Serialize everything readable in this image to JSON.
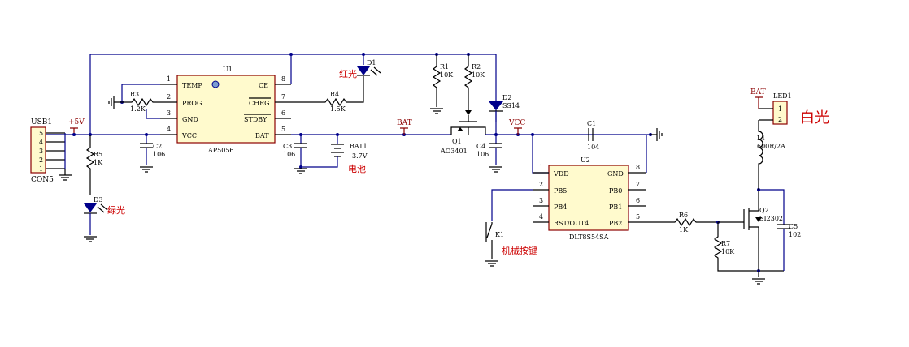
{
  "connector": {
    "ref": "USB1",
    "name": "CON5",
    "pins": [
      "5",
      "4",
      "3",
      "2",
      "1"
    ]
  },
  "nets": {
    "v5": "+5V",
    "bat1": "BAT",
    "vcc": "VCC",
    "bat2": "BAT"
  },
  "u1": {
    "ref": "U1",
    "part": "AP5056",
    "left_pins": [
      {
        "num": "1",
        "name": "TEMP"
      },
      {
        "num": "2",
        "name": "PROG"
      },
      {
        "num": "3",
        "name": "GND"
      },
      {
        "num": "4",
        "name": "VCC"
      }
    ],
    "right_pins": [
      {
        "num": "8",
        "name": "CE"
      },
      {
        "num": "7",
        "name": "CHRG"
      },
      {
        "num": "6",
        "name": "STDBY"
      },
      {
        "num": "5",
        "name": "BAT"
      }
    ]
  },
  "u2": {
    "ref": "U2",
    "part": "DLT8S54SA",
    "left_pins": [
      {
        "num": "1",
        "name": "VDD"
      },
      {
        "num": "2",
        "name": "PB5"
      },
      {
        "num": "3",
        "name": "PB4"
      },
      {
        "num": "4",
        "name": "RST/OUT4"
      }
    ],
    "right_pins": [
      {
        "num": "8",
        "name": "GND"
      },
      {
        "num": "7",
        "name": "PB0"
      },
      {
        "num": "6",
        "name": "PB1"
      },
      {
        "num": "5",
        "name": "PB2"
      }
    ]
  },
  "r1": {
    "ref": "R1",
    "value": "10K"
  },
  "r2": {
    "ref": "R2",
    "value": "10K"
  },
  "r3": {
    "ref": "R3",
    "value": "1.2K"
  },
  "r4": {
    "ref": "R4",
    "value": "1.5K"
  },
  "r5": {
    "ref": "R5",
    "value": "1K"
  },
  "r6": {
    "ref": "R6",
    "value": "1K"
  },
  "r7": {
    "ref": "R7",
    "value": "10K"
  },
  "c1": {
    "ref": "C1",
    "value": "104"
  },
  "c2": {
    "ref": "C2",
    "value": "106"
  },
  "c3": {
    "ref": "C3",
    "value": "106"
  },
  "c4": {
    "ref": "C4",
    "value": "106"
  },
  "c5": {
    "ref": "C5",
    "value": "102"
  },
  "d1": {
    "ref": "D1",
    "label": "红光"
  },
  "d2": {
    "ref": "D2",
    "value": "SS14"
  },
  "d3": {
    "ref": "D3",
    "label": "绿光"
  },
  "q1": {
    "ref": "Q1",
    "value": "AO3401"
  },
  "q2": {
    "ref": "Q2",
    "value": "SI2302"
  },
  "bat1": {
    "ref": "BAT1",
    "value": "3.7V",
    "label": "电池"
  },
  "l1": {
    "ref": "L1",
    "value": "600R/2A"
  },
  "k1": {
    "ref": "K1",
    "label": "机械按键"
  },
  "led1": {
    "ref": "LED1",
    "pins": [
      "1",
      "2"
    ],
    "label": "白光"
  },
  "colors": {
    "wire": "#00008b",
    "body": "#8b0000",
    "fill": "#fffacd",
    "label": "#cc0000"
  }
}
